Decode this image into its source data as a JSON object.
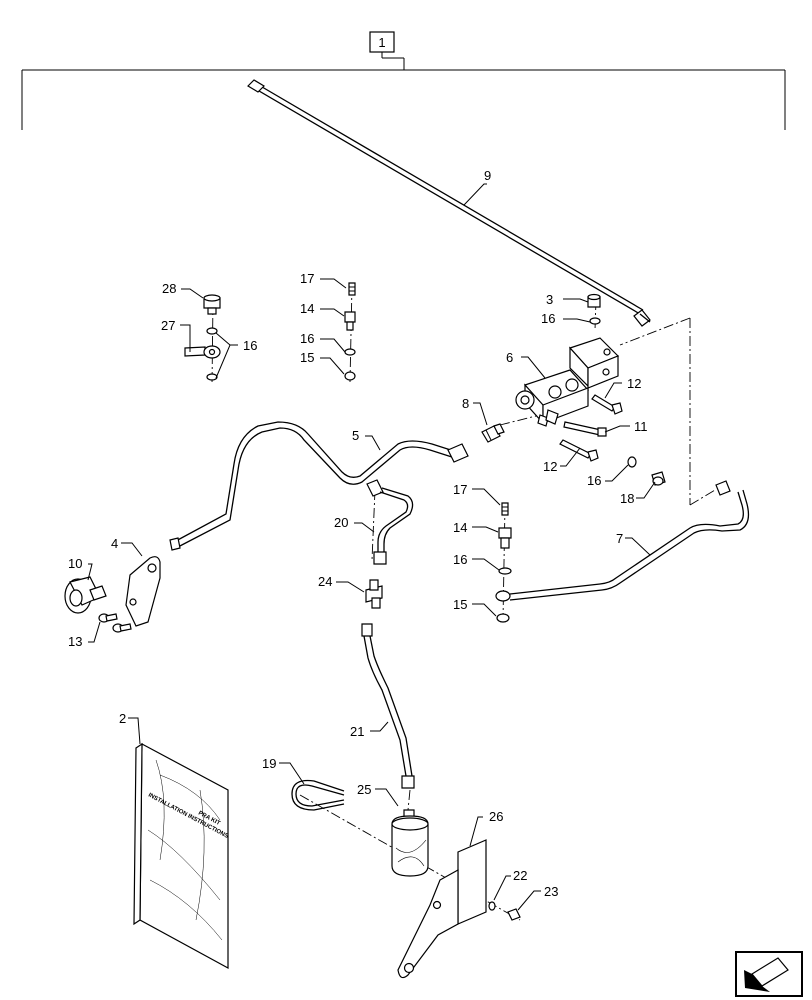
{
  "kit_callout": "1",
  "callouts": {
    "c2": "2",
    "c3": "3",
    "c4": "4",
    "c5": "5",
    "c6": "6",
    "c7": "7",
    "c8": "8",
    "c9": "9",
    "c10": "10",
    "c11": "11",
    "c12a": "12",
    "c12b": "12",
    "c13": "13",
    "c14a": "14",
    "c14b": "14",
    "c15a": "15",
    "c15b": "15",
    "c16a": "16",
    "c16b": "16",
    "c16c": "16",
    "c16d": "16",
    "c16e": "16",
    "c17a": "17",
    "c17b": "17",
    "c18": "18",
    "c19": "19",
    "c20": "20",
    "c21": "21",
    "c22": "22",
    "c23": "23",
    "c24": "24",
    "c25": "25",
    "c26": "26",
    "c27": "27",
    "c28": "28"
  },
  "manual": {
    "title_line1": "PRA KIT",
    "title_line2": "INSTALLATION INSTRUCTIONS"
  },
  "icons": {
    "nav": "navigation-arrow-icon"
  }
}
